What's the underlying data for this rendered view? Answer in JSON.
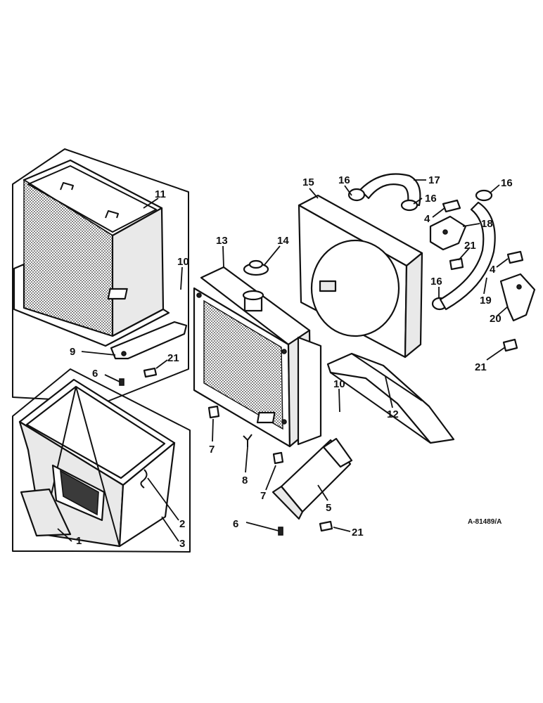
{
  "callouts": {
    "c1": "1",
    "c2": "2",
    "c3": "3",
    "c4a": "4",
    "c4b": "4",
    "c5": "5",
    "c6a": "6",
    "c6b": "6",
    "c7a": "7",
    "c7b": "7",
    "c8": "8",
    "c9": "9",
    "c10a": "10",
    "c10b": "10",
    "c11": "11",
    "c12": "12",
    "c13": "13",
    "c14": "14",
    "c15": "15",
    "c16a": "16",
    "c16b": "16",
    "c16c": "16",
    "c16d": "16",
    "c17": "17",
    "c18": "18",
    "c19": "19",
    "c20": "20",
    "c21a": "21",
    "c21b": "21",
    "c21c": "21",
    "c21d": "21"
  },
  "figure_ref": "A-81489/A"
}
